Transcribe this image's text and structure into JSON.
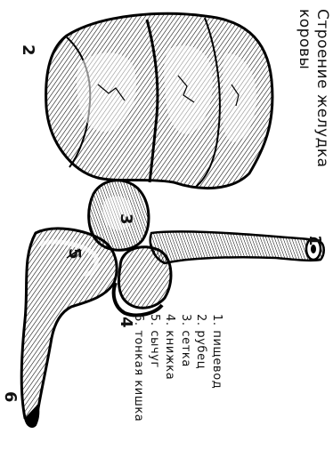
{
  "title": {
    "line1": "Строение желудка",
    "line2": "коровы"
  },
  "legend": [
    {
      "num": "1.",
      "label": "пищевод"
    },
    {
      "num": "2.",
      "label": "рубец"
    },
    {
      "num": "3.",
      "label": "сетка"
    },
    {
      "num": "4.",
      "label": "книжка"
    },
    {
      "num": "5.",
      "label": "сычуг"
    },
    {
      "num": "6.",
      "label": "тонкая кишка"
    }
  ],
  "callouts": {
    "n1": "1",
    "n2": "2",
    "n3": "3",
    "n4": "4",
    "n5": "5",
    "n6": "6"
  }
}
